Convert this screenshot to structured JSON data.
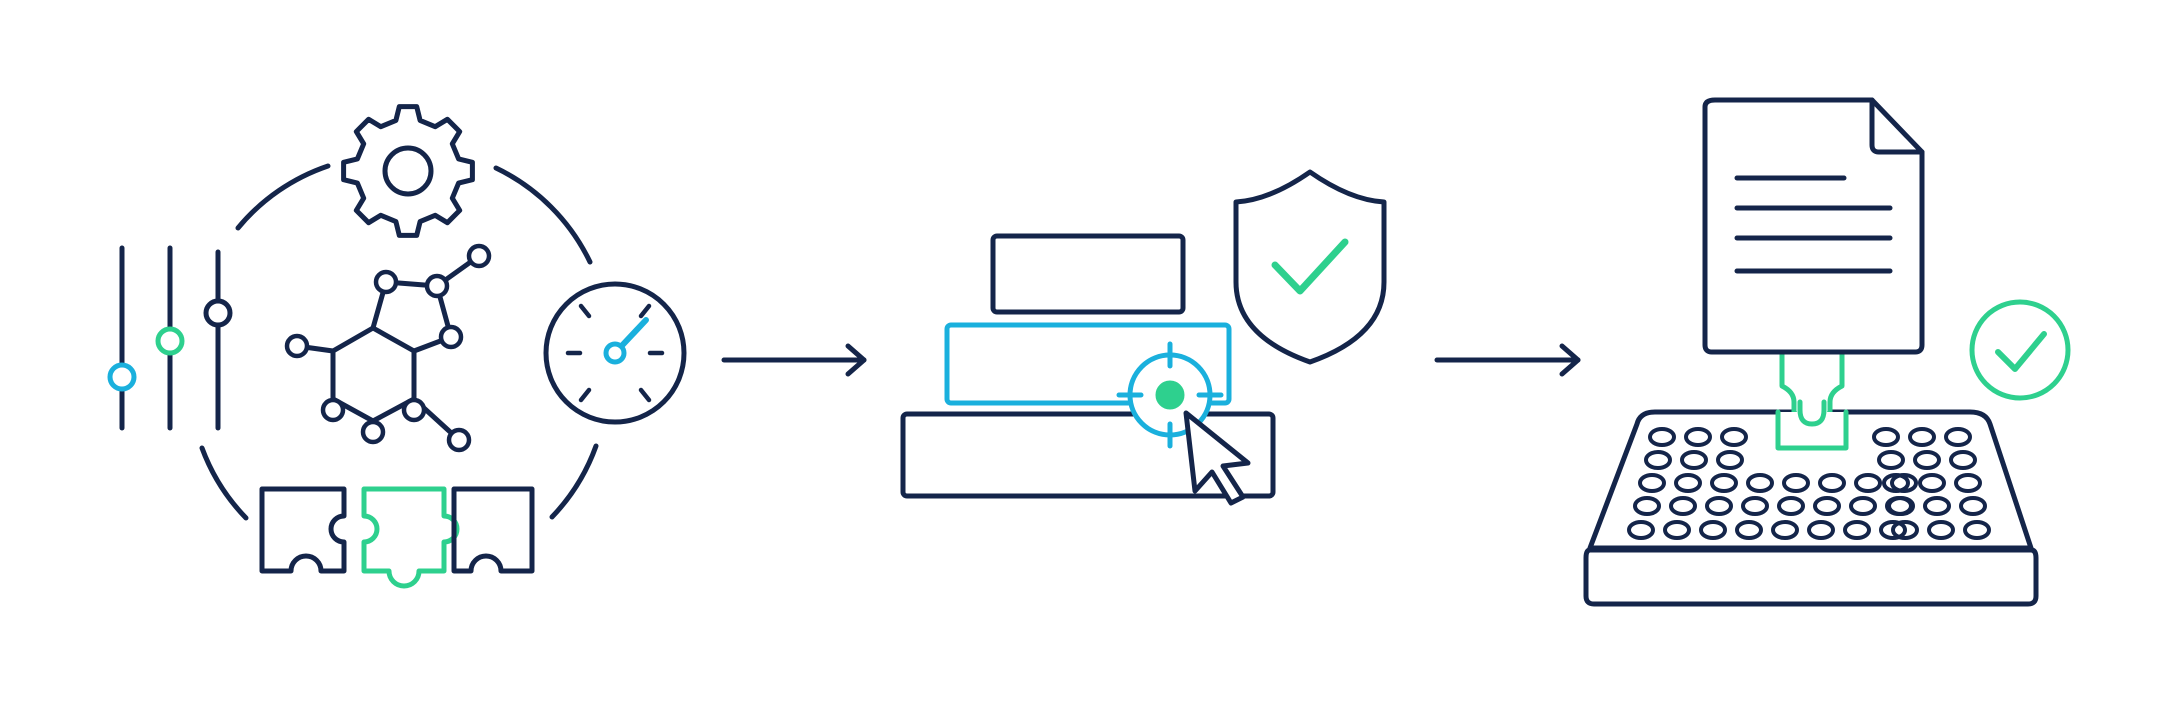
{
  "colors": {
    "background": "#ffffff",
    "navy": "#14254a",
    "cyan": "#1ab0dd",
    "green": "#2ed08e"
  },
  "stages": [
    {
      "id": "stage-optimization",
      "icons": [
        "orbit-ring",
        "slider-controls-icon",
        "gear-icon",
        "molecule-icon",
        "timer-icon",
        "puzzle-pieces-icon"
      ]
    },
    {
      "id": "stage-selection",
      "icons": [
        "stacked-options-icon",
        "target-crosshair-icon",
        "cursor-arrow-icon",
        "shield-check-icon"
      ]
    },
    {
      "id": "stage-output",
      "icons": [
        "document-icon",
        "dispenser-nozzle-icon",
        "well-plate-icon",
        "check-badge-icon"
      ]
    }
  ],
  "connectors": [
    "arrow-right-icon",
    "arrow-right-icon"
  ],
  "plate": {
    "rows": 5,
    "left_columns": 3,
    "right_columns": 3,
    "inner_columns": 5
  }
}
